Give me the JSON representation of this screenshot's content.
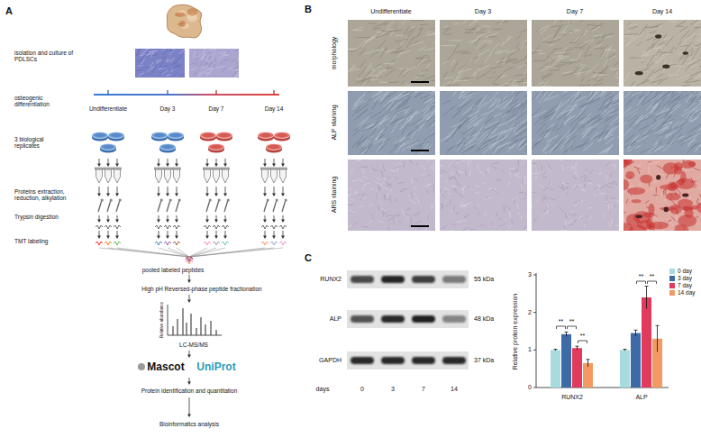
{
  "diagram": {
    "labels": [
      "A",
      "isolation and culture of PDLSCs",
      "osteogenic differentiation",
      "Undifferentiate",
      "Day 3",
      "Day 7",
      "Day 14",
      "3 biological replicates",
      "Proteins extraction, reduction, alkylation",
      "Trypsin digestion",
      "TMT labeling",
      "pooled labeled peptides",
      "High pH Reversed-phase peptide fractionation",
      "Relative abundance",
      "LC-MS/MS",
      "Mascot",
      "UniProt",
      "Protein identification and quantitation",
      "Bioinformatics analysis",
      "B",
      "Undifferentiate",
      "Day 3",
      "Day 7",
      "Day 14",
      "morphology",
      "ALP staining",
      "ARS staining",
      "C",
      "RUNX2",
      "ALP",
      "GAPDH",
      "55 kDa",
      "48 kDa",
      "37 kDa",
      "days",
      "0",
      "3",
      "7",
      "14",
      "Relative protein expression",
      "0",
      "1",
      "2",
      "3",
      "**",
      "**",
      "**",
      "**",
      "**",
      "RUNX2",
      "ALP"
    ],
    "legend": [
      {
        "text": "0 day",
        "color": "#a8dbe0"
      },
      {
        "text": "3 day",
        "color": "#3c6ba5"
      },
      {
        "text": "7 day",
        "color": "#e23a5c"
      },
      {
        "text": "14 day",
        "color": "#f29a62"
      }
    ]
  }
}
